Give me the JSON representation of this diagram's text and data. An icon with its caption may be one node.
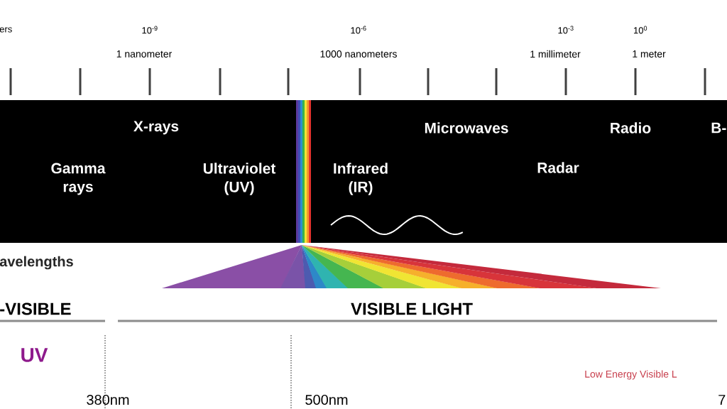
{
  "diagram": {
    "labels": [
      "ers",
      "10$^{-9}$",
      "10$^{-6}$",
      "10$^{-3}$",
      "10$^{0}$",
      "1 nanometer",
      "1000 nanometers",
      "1 millimeter",
      "1 meter",
      "X-rays",
      "Microwaves",
      "Radio",
      "B-",
      "Gamma rays",
      "Ultraviolet (UV)",
      "Infrared (IR)",
      "Radar",
      "avelengths",
      "-VISIBLE",
      "VISIBLE LIGHT",
      "UV",
      "Low Energy Visible L",
      "380nm",
      "500nm",
      "7"
    ]
  }
}
